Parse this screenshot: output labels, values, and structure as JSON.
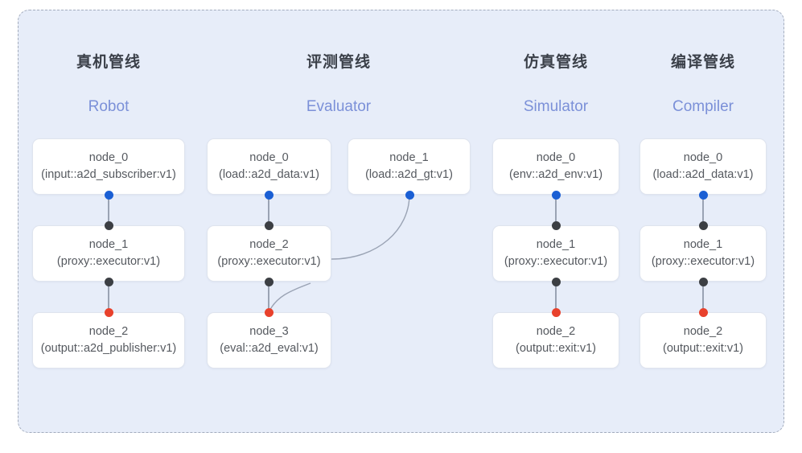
{
  "panel": {
    "columns": [
      {
        "title_cn": "真机管线",
        "title_en": "Robot"
      },
      {
        "title_cn": "评测管线",
        "title_en": "Evaluator"
      },
      {
        "title_cn": "仿真管线",
        "title_en": "Simulator"
      },
      {
        "title_cn": "编译管线",
        "title_en": "Compiler"
      }
    ]
  },
  "nodes": {
    "robot": [
      {
        "name": "node_0",
        "spec": "(input::a2d_subscriber:v1)"
      },
      {
        "name": "node_1",
        "spec": "(proxy::executor:v1)"
      },
      {
        "name": "node_2",
        "spec": "(output::a2d_publisher:v1)"
      }
    ],
    "evaluator_main": [
      {
        "name": "node_0",
        "spec": "(load::a2d_data:v1)"
      },
      {
        "name": "node_2",
        "spec": "(proxy::executor:v1)"
      },
      {
        "name": "node_3",
        "spec": "(eval::a2d_eval:v1)"
      }
    ],
    "evaluator_gt": [
      {
        "name": "node_1",
        "spec": "(load::a2d_gt:v1)"
      }
    ],
    "simulator": [
      {
        "name": "node_0",
        "spec": "(env::a2d_env:v1)"
      },
      {
        "name": "node_1",
        "spec": "(proxy::executor:v1)"
      },
      {
        "name": "node_2",
        "spec": "(output::exit:v1)"
      }
    ],
    "compiler": [
      {
        "name": "node_0",
        "spec": "(load::a2d_data:v1)"
      },
      {
        "name": "node_1",
        "spec": "(proxy::executor:v1)"
      },
      {
        "name": "node_2",
        "spec": "(output::exit:v1)"
      }
    ]
  },
  "colors": {
    "panel_bg": "#e7edf9",
    "panel_border": "#a3acbd",
    "node_bg": "#ffffff",
    "node_border": "#dfe4ee",
    "port_input": "#1a5fd4",
    "port_proxy": "#3c3f44",
    "port_output": "#e8412c",
    "edge": "#9aa3b4",
    "header_cn": "#3b4049",
    "header_en": "#7b90d8"
  }
}
